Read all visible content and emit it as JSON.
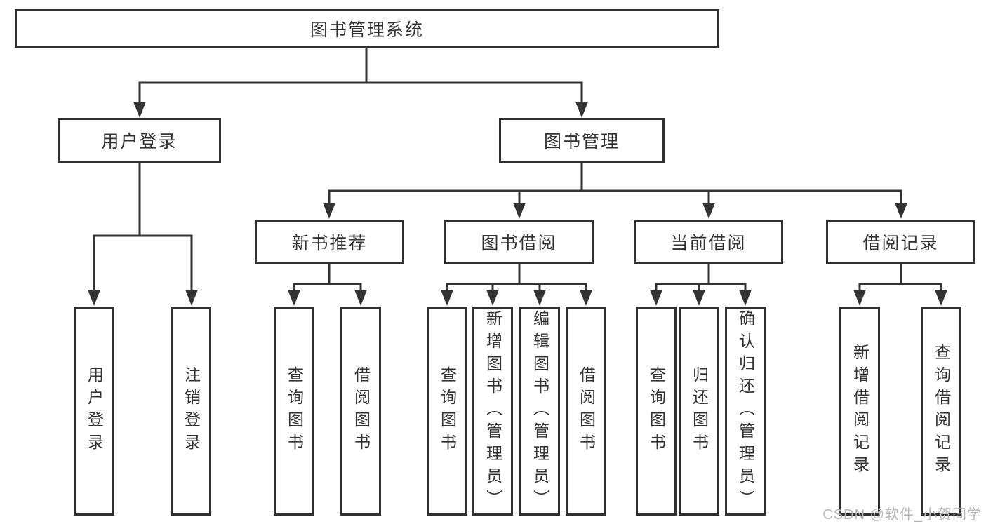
{
  "tree": {
    "root": "图书管理系统",
    "children": [
      {
        "label": "用户登录",
        "children": [
          "用户登录",
          "注销登录"
        ]
      },
      {
        "label": "图书管理",
        "children": [
          {
            "label": "新书推荐",
            "children": [
              "查询图书",
              "借阅图书"
            ]
          },
          {
            "label": "图书借阅",
            "children": [
              "查询图书",
              "新增图书（管理员）",
              "编辑图书（管理员）",
              "借阅图书"
            ]
          },
          {
            "label": "当前借阅",
            "children": [
              "查询图书",
              "归还图书",
              "确认归还（管理员）"
            ]
          },
          {
            "label": "借阅记录",
            "children": [
              "新增借阅记录",
              "查询借阅记录"
            ]
          }
        ]
      }
    ]
  },
  "watermark": {
    "text": "CSDN @软件_小贺同学",
    "color": "#b5b5b5"
  },
  "colors": {
    "background": "#ffffff",
    "line": "#333333",
    "box_border": "#303030",
    "text": "#333333"
  }
}
